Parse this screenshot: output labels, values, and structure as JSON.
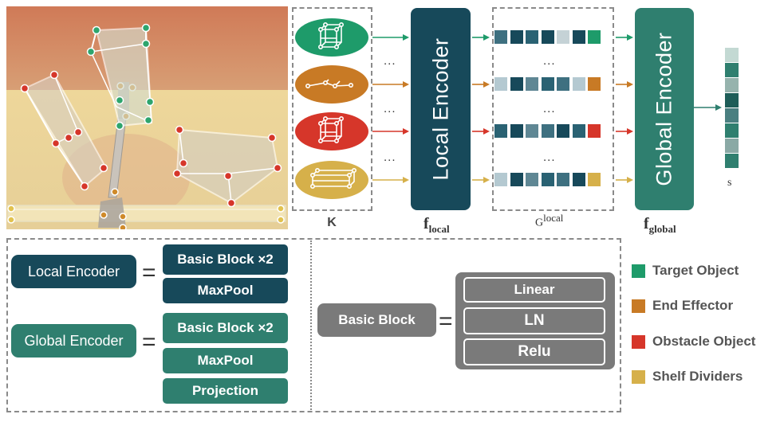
{
  "inputs": {
    "label": "K",
    "ellipsis": "...",
    "shapes": [
      {
        "category": "Target Object",
        "color": "#1e9b6a",
        "icon": "box-graph-icon"
      },
      {
        "category": "End Effector",
        "color": "#c87a25",
        "icon": "chain-graph-icon"
      },
      {
        "category": "Obstacle Object",
        "color": "#d6362a",
        "icon": "box-graph-icon"
      },
      {
        "category": "Shelf Dividers",
        "color": "#d6b04a",
        "icon": "slab-graph-icon"
      }
    ]
  },
  "local_encoder": {
    "title": "Local Encoder",
    "symbol": "f",
    "subscript": "local"
  },
  "local_features": {
    "label": "G",
    "superscript": "local",
    "ellipsis": "..."
  },
  "global_encoder": {
    "title": "Global Encoder",
    "symbol": "f",
    "subscript": "global"
  },
  "output": {
    "label": "s"
  },
  "definitions": {
    "local": {
      "name": "Local Encoder",
      "equals": "=",
      "blocks": [
        "Basic Block ×2",
        "MaxPool"
      ]
    },
    "global": {
      "name": "Global Encoder",
      "equals": "=",
      "blocks": [
        "Basic Block ×2",
        "MaxPool",
        "Projection"
      ]
    },
    "basic": {
      "name": "Basic Block",
      "equals": "=",
      "layers": [
        "Linear",
        "LN",
        "Relu"
      ]
    }
  },
  "legend": [
    {
      "label": "Target Object",
      "color": "#1e9b6a"
    },
    {
      "label": "End Effector",
      "color": "#c87a25"
    },
    {
      "label": "Obstacle Object",
      "color": "#d6362a"
    },
    {
      "label": "Shelf Dividers",
      "color": "#d6b04a"
    }
  ],
  "colors": {
    "local_encoder": "#17495a",
    "global_encoder": "#2f7f6f",
    "basic_block": "#7a7a7a",
    "token_palette": [
      "#b4c9d1",
      "#3e7080",
      "#17495a",
      "#2a6273",
      "#5f8794",
      "#c5d2d6"
    ],
    "output_vector": [
      "#c3d9d3",
      "#2f7f6f",
      "#96b3ad",
      "#1e5d58",
      "#4a7f80",
      "#2f7f6f",
      "#8aa9a5",
      "#2f7f6f"
    ]
  }
}
